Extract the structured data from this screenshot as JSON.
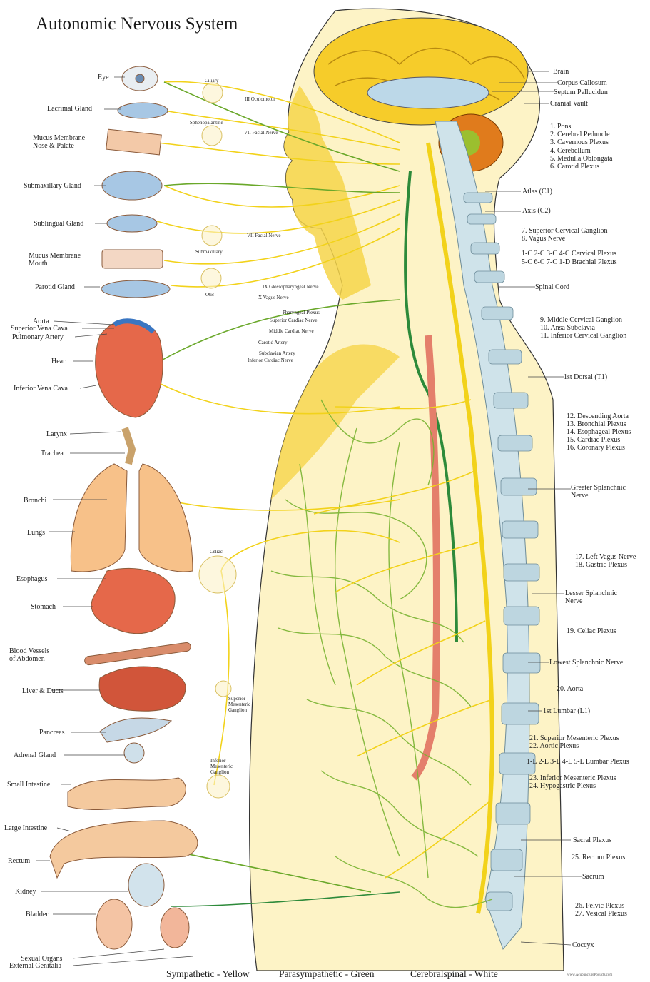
{
  "title": "Autonomic Nervous System",
  "legend": {
    "sympathetic": "Sympathetic - Yellow",
    "parasympathetic": "Parasympathetic - Green",
    "cerebrospinal": "Cerebralspinal - White"
  },
  "credit": "www.AcupuncturePoducts.com",
  "colors": {
    "sympathetic": "#f2d21a",
    "parasympathetic": "#6aa82a",
    "skin": "#fbe99a",
    "spine": "#c8dde6"
  },
  "organs_left": {
    "eye": "Eye",
    "lacrimal": "Lacrimal Gland",
    "mucus_nose_1": "Mucus Membrane",
    "mucus_nose_2": "Nose & Palate",
    "submaxillary": "Submaxillary Gland",
    "sublingual": "Sublingual Gland",
    "mucus_mouth_1": "Mucus Membrane",
    "mucus_mouth_2": "Mouth",
    "parotid": "Parotid Gland",
    "aorta": "Aorta",
    "svc": "Superior Vena Cava",
    "pulm": "Pulmonary Artery",
    "heart": "Heart",
    "ivc": "Inferior Vena Cava",
    "larynx": "Larynx",
    "trachea": "Trachea",
    "bronchi": "Bronchi",
    "lungs": "Lungs",
    "esophagus": "Esophagus",
    "stomach": "Stomach",
    "blood_1": "Blood Vessels",
    "blood_2": "of Abdomen",
    "liver": "Liver & Ducts",
    "pancreas": "Pancreas",
    "adrenal": "Adrenal Gland",
    "small_int": "Small Intestine",
    "large_int": "Large Intestine",
    "rectum": "Rectum",
    "kidney": "Kidney",
    "bladder": "Bladder",
    "sexual": "Sexual Organs",
    "genitalia": "External Genitalia"
  },
  "ganglia": {
    "ciliary": "Ciliary",
    "spheno": "Sphenopalantine",
    "submax": "Submaxillary",
    "otic": "Otic",
    "celiac": "Celiac",
    "sup_mes_1": "Superior",
    "sup_mes_2": "Mesenteric",
    "sup_mes_3": "Ganglion",
    "inf_mes_1": "Inferior",
    "inf_mes_2": "Mesenteric",
    "inf_mes_3": "Ganglion"
  },
  "nerves_mid": {
    "oculomotor": "III Oculomotor",
    "facial_1": "VII Facial Nerve",
    "facial_2": "VII Facial Nerve",
    "glosso": "IX Glossopharyngeal Nerve",
    "vagus": "X Vagus Nerve",
    "pharyngeal": "Pharyngeal Plexus",
    "sup_cardiac": "Superior Cardiac Nerve",
    "mid_cardiac": "Middle Cardiac Nerve",
    "carotid": "Carotid Artery",
    "subclavian": "Subclavian Artery",
    "inf_cardiac": "Inferior Cardiac Nerve"
  },
  "right_labels": {
    "brain": "Brain",
    "corpus": "Corpus Callosum",
    "septum": "Septum Pellucidun",
    "cranial": "Cranial Vault",
    "n1": "1. Pons",
    "n2": "2. Cerebral Peduncle",
    "n3": "3. Cavernous Plexus",
    "n4": "4. Cerebellum",
    "n5": "5. Medulla Oblongata",
    "n6": "6. Carotid Plexus",
    "atlas": "Atlas (C1)",
    "axis": "Axis (C2)",
    "n7": "7. Superior Cervical Ganglion",
    "n8": "8. Vagus Nerve",
    "cervical": "1-C 2-C 3-C 4-C Cervical Plexus",
    "brachial": "5-C 6-C 7-C 1-D Brachial Plexus",
    "spinal": "Spinal Cord",
    "n9": "9. Middle Cervical Ganglion",
    "n10": "10. Ansa Subclavia",
    "n11": "11. Inferior Cervical Ganglion",
    "t1": "1st Dorsal (T1)",
    "n12": "12. Descending Aorta",
    "n13": "13. Bronchial Plexus",
    "n14": "14. Esophageal Plexus",
    "n15": "15. Cardiac Plexus",
    "n16": "16. Coronary Plexus",
    "greater_1": "Greater Splanchnic",
    "greater_2": "Nerve",
    "n17": "17. Left Vagus Nerve",
    "n18": "18. Gastric Plexus",
    "lesser_1": "Lesser Splanchnic",
    "lesser_2": "Nerve",
    "n19": "19. Celiac Plexus",
    "lowest": "Lowest Splanchnic Nerve",
    "n20": "20. Aorta",
    "l1": "1st Lumbar (L1)",
    "n21": "21. Superior Mesenteric Plexus",
    "n22": "22. Aortic Plexus",
    "lumbar": "1-L 2-L 3-L 4-L 5-L Lumbar Plexus",
    "n23": "23. Inferior Mesenteric Plexus",
    "n24": "24. Hypogastric Plexus",
    "sacral": "Sacral Plexus",
    "n25": "25. Rectum Plexus",
    "sacrum": "Sacrum",
    "n26": "26. Pelvic Plexus",
    "n27": "27. Vesical Plexus",
    "coccyx": "Coccyx"
  }
}
